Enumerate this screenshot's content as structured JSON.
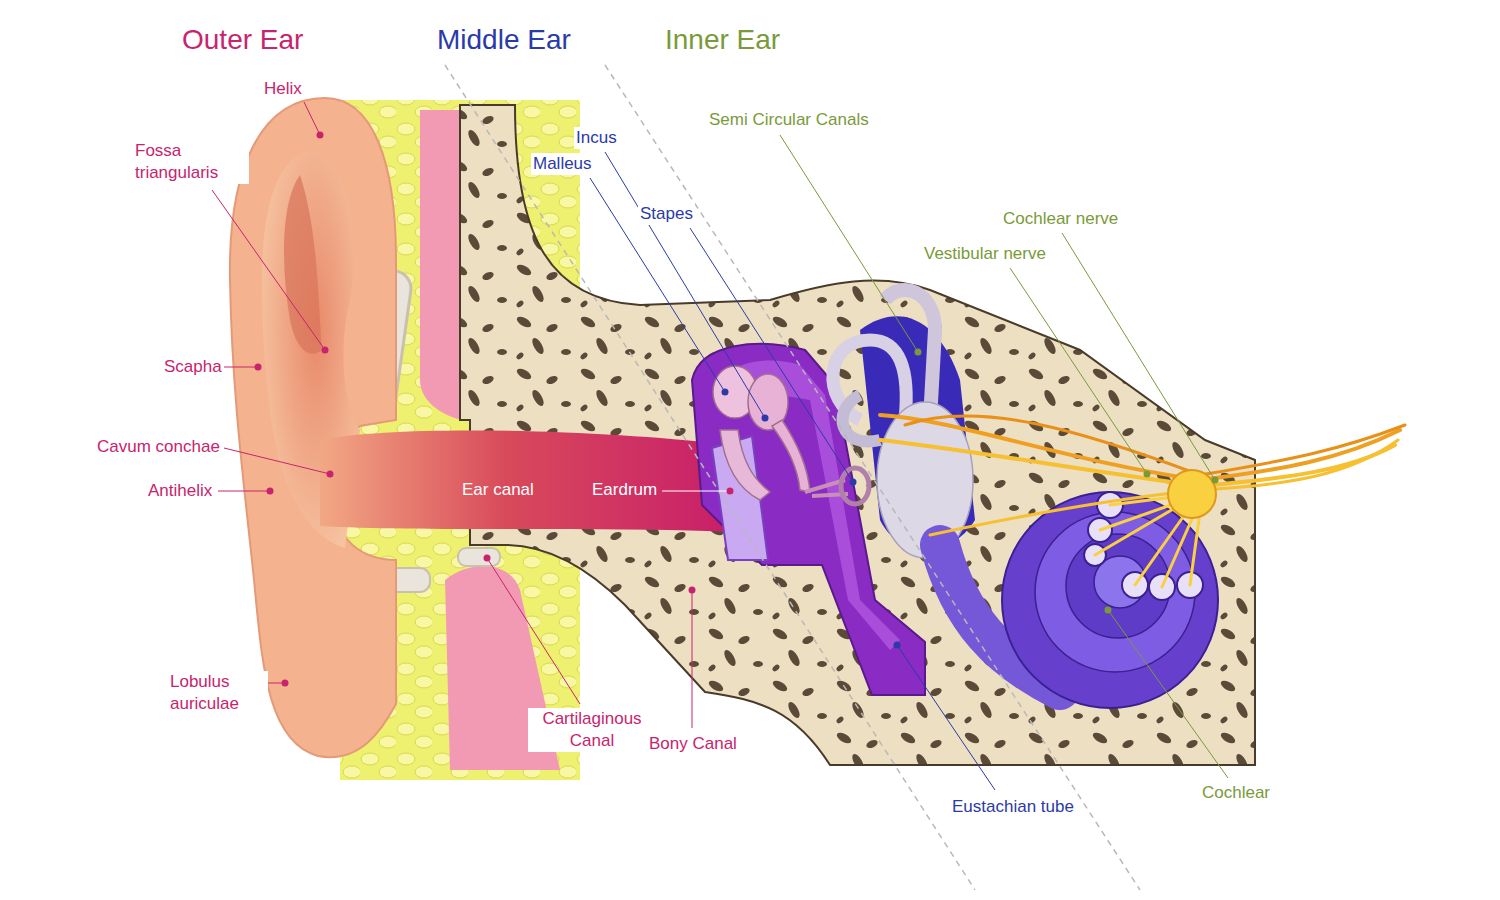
{
  "diagram": {
    "labels": [
      "Outer Ear",
      "Middle Ear",
      "Inner Ear",
      "Helix",
      "Fossa triangularis",
      "Scapha",
      "Cavum conchae",
      "Antihelix",
      "Lobulus auriculae",
      "Incus",
      "Malleus",
      "Stapes",
      "Semi Circular Canals",
      "Cochlear nerve",
      "Vestibular nerve",
      "Ear canal",
      "Eardrum",
      "Cartilaginous Canal",
      "Bony Canal",
      "Eustachian tube",
      "Cochlear"
    ]
  }
}
